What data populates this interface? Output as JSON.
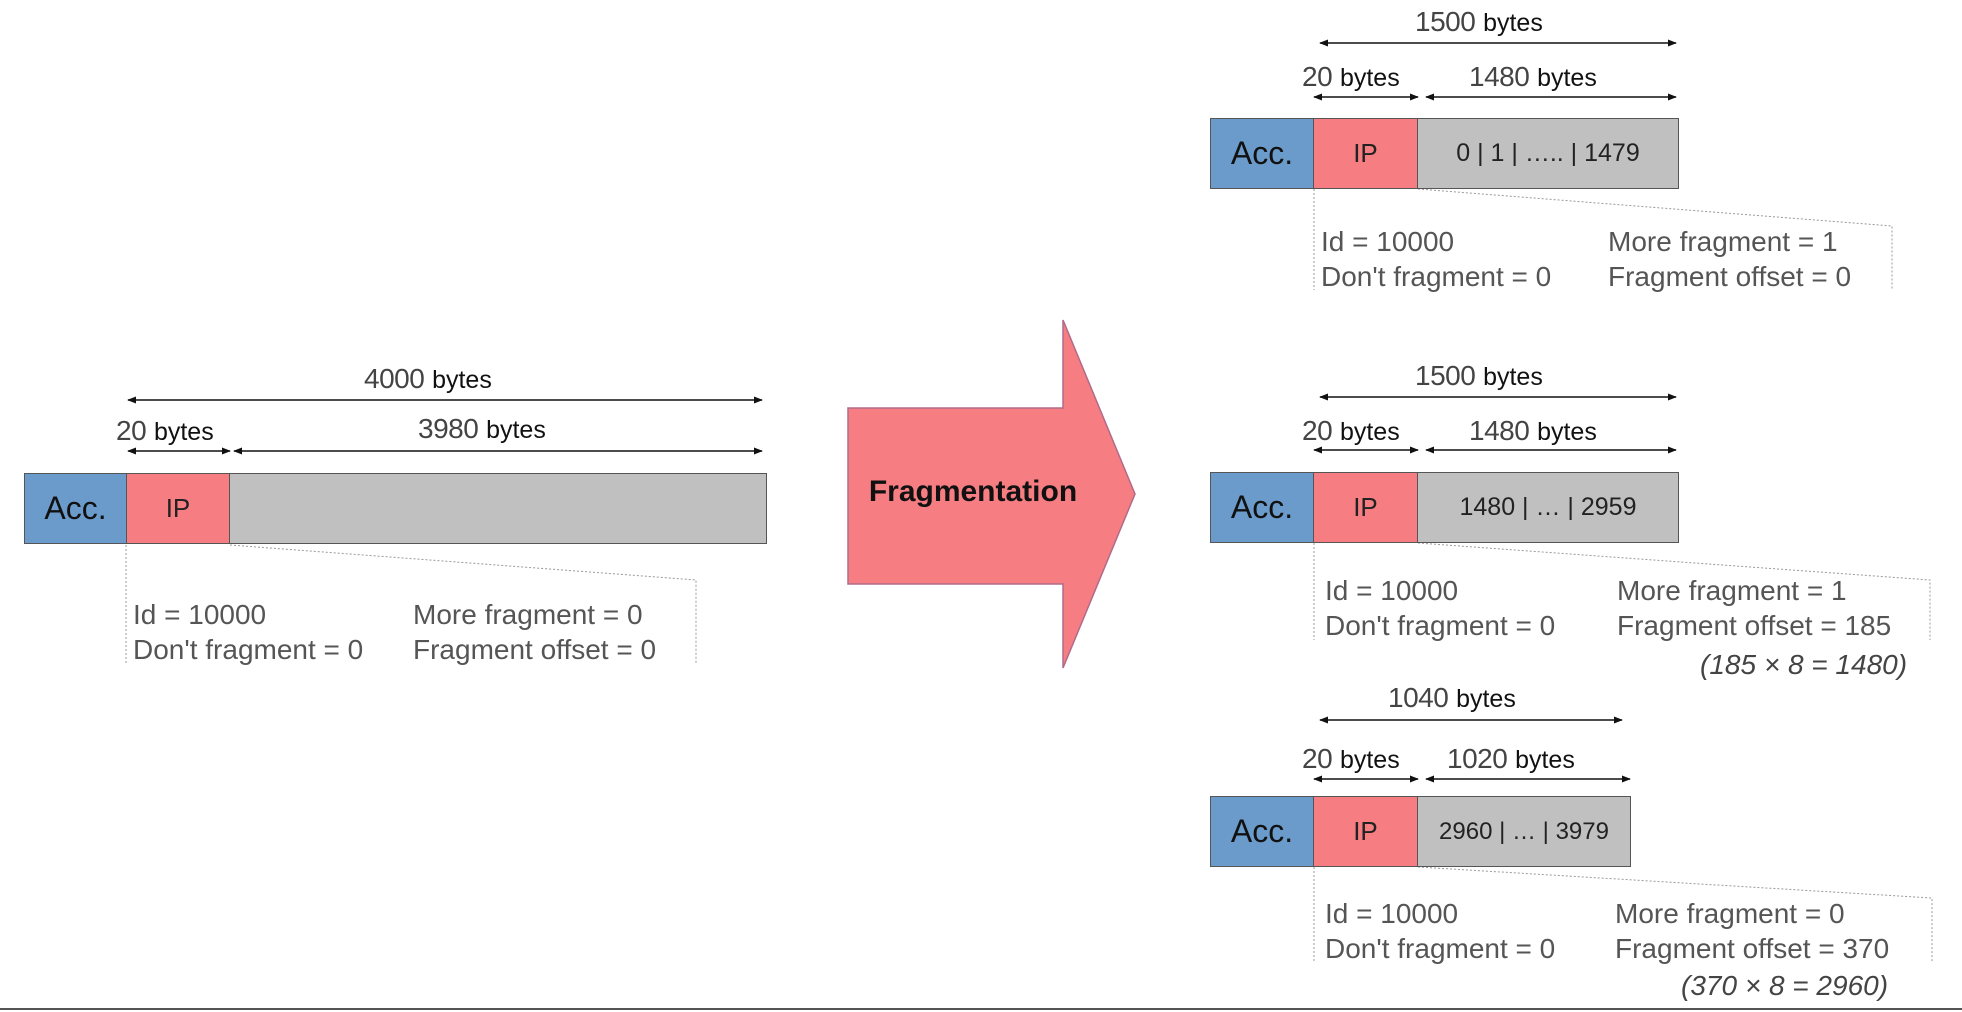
{
  "arrow": {
    "label": "Fragmentation"
  },
  "original": {
    "total": {
      "num": "4000",
      "unit": "bytes"
    },
    "header": {
      "num": "20",
      "unit": "bytes"
    },
    "data": {
      "num": "3980",
      "unit": "bytes"
    },
    "acc": "Acc.",
    "ip": "IP",
    "payload": "",
    "fields": {
      "id": "Id = 10000",
      "df": "Don't fragment = 0",
      "mf": "More fragment = 0",
      "offset": "Fragment offset = 0"
    }
  },
  "fragments": [
    {
      "total": {
        "num": "1500",
        "unit": "bytes"
      },
      "header": {
        "num": "20",
        "unit": "bytes"
      },
      "data": {
        "num": "1480",
        "unit": "bytes"
      },
      "acc": "Acc.",
      "ip": "IP",
      "payload": "0 | 1 | ….. | 1479",
      "fields": {
        "id": "Id = 10000",
        "df": "Don't fragment = 0",
        "mf": "More fragment = 1",
        "offset": "Fragment offset = 0"
      },
      "calc": ""
    },
    {
      "total": {
        "num": "1500",
        "unit": "bytes"
      },
      "header": {
        "num": "20",
        "unit": "bytes"
      },
      "data": {
        "num": "1480",
        "unit": "bytes"
      },
      "acc": "Acc.",
      "ip": "IP",
      "payload": "1480 | … | 2959",
      "fields": {
        "id": "Id = 10000",
        "df": "Don't fragment = 0",
        "mf": "More fragment = 1",
        "offset": "Fragment offset = 185"
      },
      "calc": "(185 × 8 = 1480)"
    },
    {
      "total": {
        "num": "1040",
        "unit": "bytes"
      },
      "header": {
        "num": "20",
        "unit": "bytes"
      },
      "data": {
        "num": "1020",
        "unit": "bytes"
      },
      "acc": "Acc.",
      "ip": "IP",
      "payload": "2960 | … | 3979",
      "fields": {
        "id": "Id = 10000",
        "df": "Don't fragment = 0",
        "mf": "More fragment = 0",
        "offset": "Fragment offset = 370"
      },
      "calc": "(370 × 8 = 2960)"
    }
  ],
  "colors": {
    "acc": "#6b9bcb",
    "ip": "#f67e82",
    "payload": "#c0c0c0",
    "arrow": "#f67e82"
  }
}
